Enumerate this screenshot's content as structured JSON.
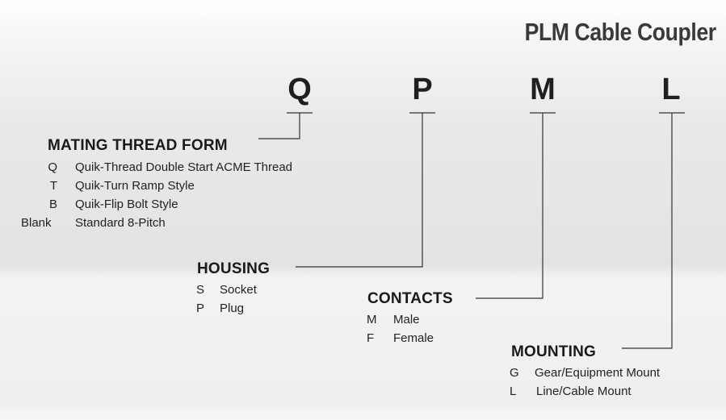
{
  "title": "PLM Cable Coupler",
  "letters": [
    "Q",
    "P",
    "M",
    "L"
  ],
  "sections": {
    "mating": {
      "heading": "MATING THREAD FORM",
      "items": [
        {
          "code": "Q",
          "label": "Quik-Thread Double Start ACME Thread"
        },
        {
          "code": "T",
          "label": "Quik-Turn Ramp Style"
        },
        {
          "code": "B",
          "label": "Quik-Flip Bolt Style"
        },
        {
          "code": "Blank",
          "label": "Standard 8-Pitch"
        }
      ]
    },
    "housing": {
      "heading": "HOUSING",
      "items": [
        {
          "code": "S",
          "label": "Socket"
        },
        {
          "code": "P",
          "label": "Plug"
        }
      ]
    },
    "contacts": {
      "heading": "CONTACTS",
      "items": [
        {
          "code": "M",
          "label": "Male"
        },
        {
          "code": "F",
          "label": "Female"
        }
      ]
    },
    "mounting": {
      "heading": "MOUNTING",
      "items": [
        {
          "code": "G",
          "label": "Gear/Equipment Mount"
        },
        {
          "code": "L",
          "label": "Line/Cable Mount"
        }
      ]
    }
  }
}
